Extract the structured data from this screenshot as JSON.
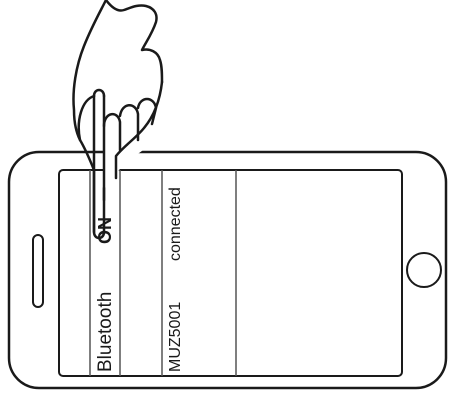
{
  "screen": {
    "rows": [
      {
        "label": "Bluetooth",
        "value": "ON"
      },
      {
        "label": "MUZ5001",
        "value": "connected"
      }
    ]
  },
  "colors": {
    "stroke": "#1a1a1a",
    "background": "#ffffff"
  },
  "icons": [
    "smartphone",
    "pointing-hand",
    "home-button",
    "speaker-slot"
  ]
}
